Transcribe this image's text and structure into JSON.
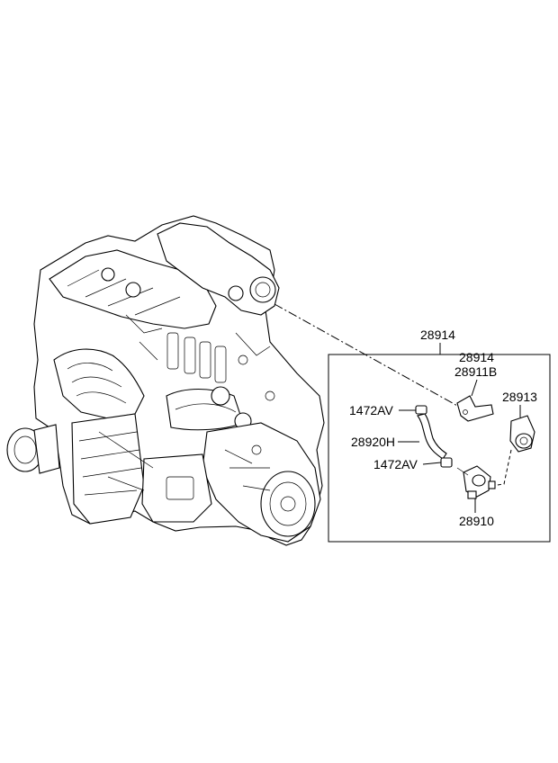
{
  "diagram": {
    "callouts": {
      "group": "28914",
      "bracket": "28914",
      "bracket_sub": "28911B",
      "filter": "28913",
      "clamp_top": "1472AV",
      "hose": "28920H",
      "clamp_bottom": "1472AV",
      "valve": "28910"
    },
    "icons": [
      "engine-assembly-icon",
      "bracket-icon",
      "filter-icon",
      "hose-icon",
      "clamp-icon",
      "solenoid-valve-icon"
    ]
  }
}
